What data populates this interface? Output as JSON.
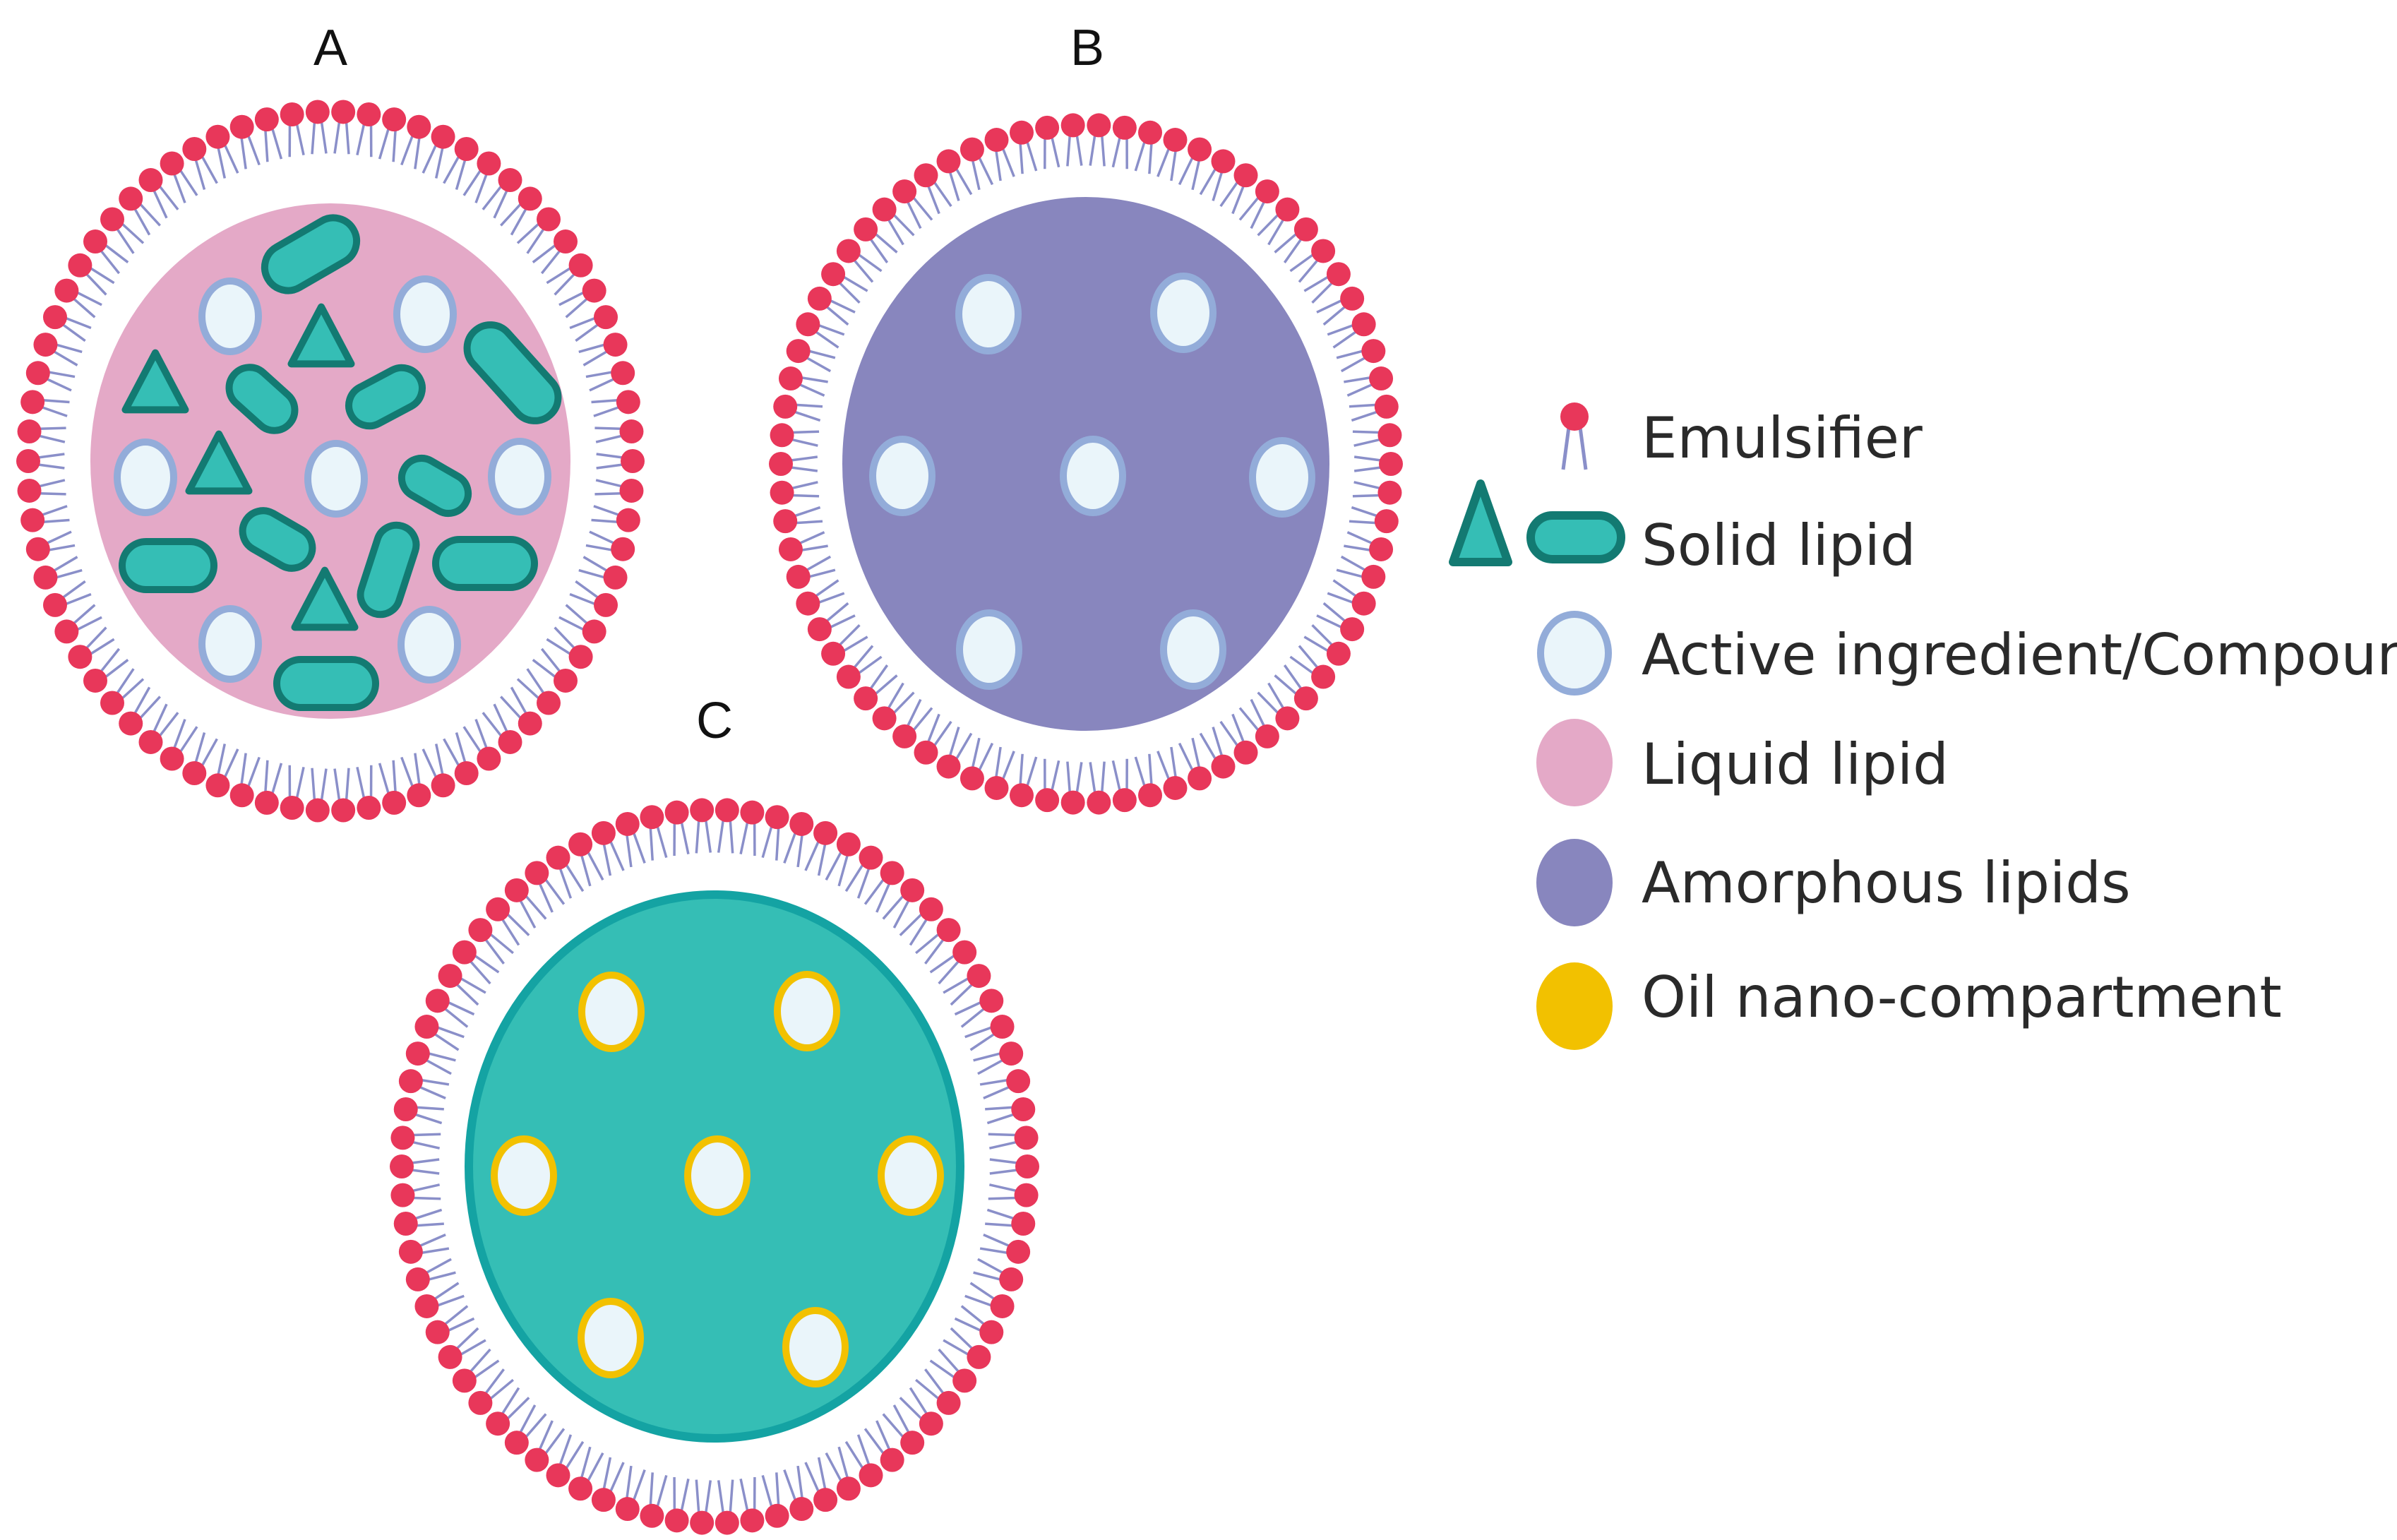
{
  "panels": [
    {
      "label": "A",
      "core": "liquid-lipid"
    },
    {
      "label": "B",
      "core": "amorphous-lipids"
    },
    {
      "label": "C",
      "core": "solid-lipid"
    }
  ],
  "legend": {
    "emulsifier": "Emulsifier",
    "solid_lipid": "Solid lipid",
    "active_ingredient": "Active ingredient/Compound",
    "liquid_lipid": "Liquid lipid",
    "amorphous_lipids": "Amorphous lipids",
    "oil_nano_compartment": "Oil nano-compartment"
  },
  "colors": {
    "emulsifier_head": "#e8375a",
    "emulsifier_tail": "#8a8fc9",
    "solid_lipid_fill": "#35beb5",
    "solid_lipid_stroke": "#137a72",
    "active_fill": "#eaf5fa",
    "active_ring": "#93acd9",
    "liquid_lipid": "#e4a9c7",
    "amorphous_lipids": "#8886be",
    "oil_ring": "#f2c100",
    "core_c_border": "#14a3a3"
  }
}
